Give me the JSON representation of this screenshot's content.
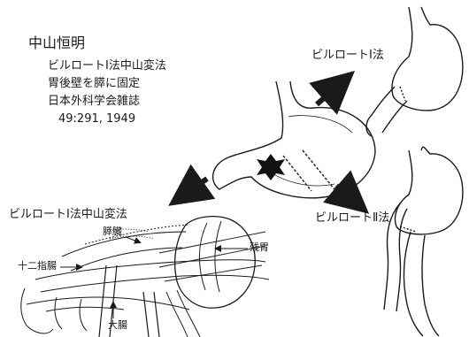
{
  "title": "中山恒明",
  "reference": {
    "line1": "ビルロートⅠ法中山変法",
    "line2": "胃後壁を膵に固定",
    "line3": "日本外科学会雑誌",
    "line4": "49:291, 1949"
  },
  "labels": {
    "billroth1": "ビルロートⅠ法",
    "billroth1_nakayama": "ビルロートⅠ法中山変法",
    "billroth2": "ビルロートⅡ法",
    "pancreas": "膵臓",
    "remnant_stomach": "残胃",
    "duodenum": "十二指腸",
    "colon": "大腸"
  },
  "colors": {
    "line": "#1a1a1a",
    "background": "#ffffff"
  }
}
